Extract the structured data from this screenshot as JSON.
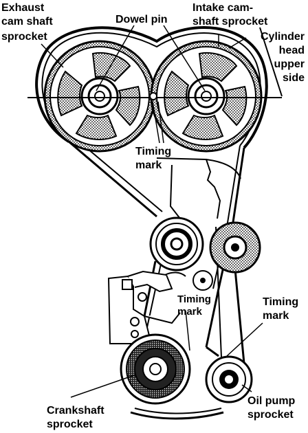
{
  "labels": {
    "exhaust": [
      "Exhaust",
      "cam shaft",
      "sprocket"
    ],
    "dowel_pin": "Dowel pin",
    "intake": [
      "Intake cam-",
      "shaft sprocket"
    ],
    "cyl_head": [
      "Cylinder",
      "head",
      "upper",
      "side"
    ],
    "timing_mark_upper": [
      "Timing",
      "mark"
    ],
    "timing_mark_mid": [
      "Timing",
      "mark"
    ],
    "timing_mark_right": [
      "Timing",
      "mark"
    ],
    "crankshaft": [
      "Crankshaft",
      "sprocket"
    ],
    "oil_pump": [
      "Oil pump",
      "sprocket"
    ]
  },
  "colors": {
    "ink": "#000000",
    "paper": "#ffffff",
    "shade": "#555555"
  }
}
